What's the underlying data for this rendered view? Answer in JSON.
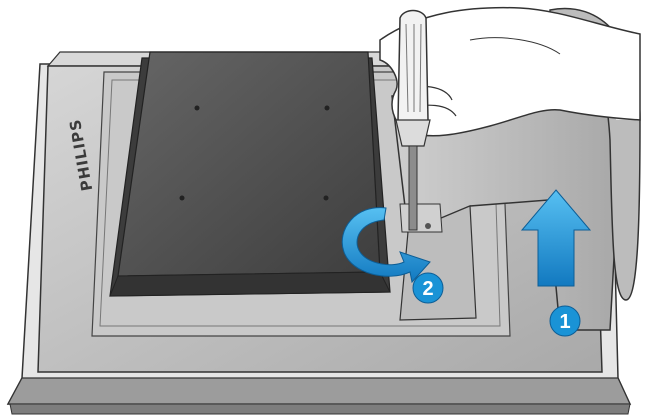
{
  "illustration": {
    "brand": "PHILIPS",
    "steps": [
      {
        "label": "1"
      },
      {
        "label": "2"
      }
    ]
  },
  "colors": {
    "bezel": "#b9b9b9",
    "bezel_light": "#dcdcdc",
    "panel_dark": "#4a4a4a",
    "panel_top": "#5a5a5a",
    "stand": "#c8c8c8",
    "accent_blue": "#1a93d6",
    "outline": "#3a3a3a"
  },
  "icons": [
    "screwdriver-icon",
    "rotate-arrow-icon",
    "up-arrow-icon",
    "hand-icon"
  ]
}
